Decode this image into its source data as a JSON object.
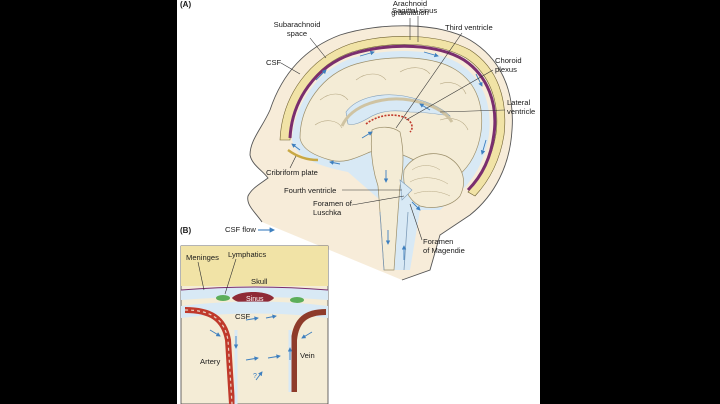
{
  "panel_a": {
    "letter": "(A)",
    "labels": {
      "arachnoid_granulation": [
        "Arachnoid",
        "granulation"
      ],
      "sagittal_sinus": "Sagittal sinus",
      "subarachnoid_space": [
        "Subarachnoid",
        "space"
      ],
      "third_ventricle": "Third ventricle",
      "csf": "CSF",
      "choroid_plexus": [
        "Choroid",
        "plexus"
      ],
      "lateral_ventricle": [
        "Lateral",
        "ventricle"
      ],
      "cribriform_plate": "Cribriform plate",
      "fourth_ventricle": "Fourth ventricle",
      "foramen_luschka": [
        "Foramen of",
        "Luschka"
      ],
      "foramen_magendie": [
        "Foramen",
        "of Magendie"
      ]
    }
  },
  "legend": {
    "label": "CSF flow"
  },
  "panel_b": {
    "letter": "(B)",
    "labels": {
      "meninges": "Meninges",
      "lymphatics": "Lymphatics",
      "skull": "Skull",
      "sinus": "Sinus",
      "csf": "CSF",
      "artery": "Artery",
      "vein": "Vein",
      "question": "?"
    }
  },
  "colors": {
    "background": "#000000",
    "panel": "#ffffff",
    "skull": "#f1e3a6",
    "dura": "#7a2e6e",
    "csf": "#d8e9f5",
    "brain": "#f4ecd6",
    "flow_arrow": "#3d7fbf",
    "artery": "#c0392b",
    "vein": "#8e3b2a",
    "lymph": "#5cae5a"
  }
}
